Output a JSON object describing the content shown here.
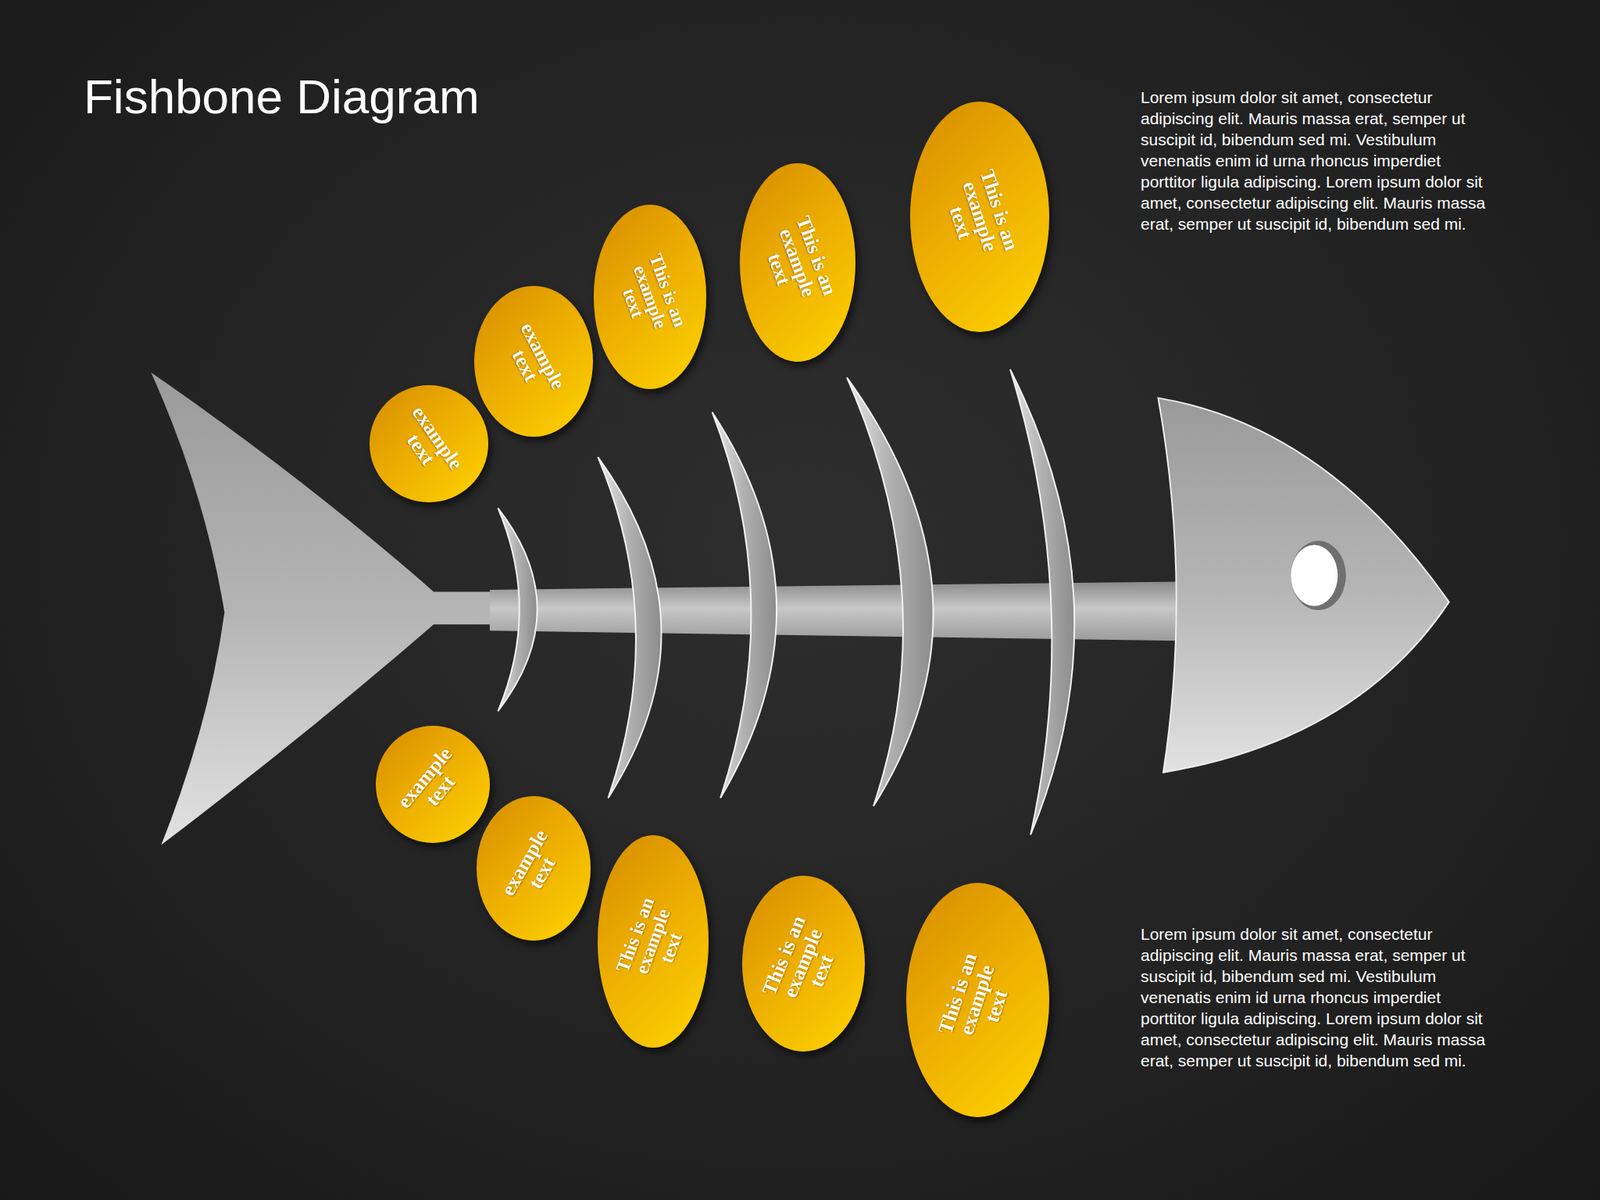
{
  "diagram": {
    "title": "Fishbone Diagram",
    "nodes": [
      {
        "text": [
          "example text"
        ]
      },
      {
        "text": [
          "example text"
        ]
      },
      {
        "text": [
          "This is an example text"
        ]
      },
      {
        "text": [
          "This is an example text"
        ]
      },
      {
        "text": [
          "This is an example text"
        ]
      },
      {
        "text": [
          "example text"
        ]
      },
      {
        "text": [
          "example text"
        ]
      },
      {
        "text": [
          "This is an example text"
        ]
      },
      {
        "text": [
          "This is an example text"
        ]
      },
      {
        "text": [
          "This is an example text"
        ]
      }
    ],
    "labels": [
      "Lorem ipsum dolor sit amet, consectetur adipiscing elit. Mauris massa erat, semper ut suscipit id, bibendum sed mi. Vestibulum venenatis enim id urna rhoncus imperdiet porttitor ligula adipiscing. Lorem ipsum dolor sit amet, consectetur adipiscing elit. Mauris massa erat, semper ut suscipit id, bibendum sed mi.",
      "Lorem ipsum dolor sit amet, consectetur adipiscing elit. Mauris massa erat, semper ut suscipit id, bibendum sed mi. Vestibulum venenatis enim id urna rhoncus imperdiet porttitor ligula adipiscing. Lorem ipsum dolor sit amet, consectetur adipiscing elit. Mauris massa erat, semper ut suscipit id, bibendum sed mi."
    ]
  }
}
